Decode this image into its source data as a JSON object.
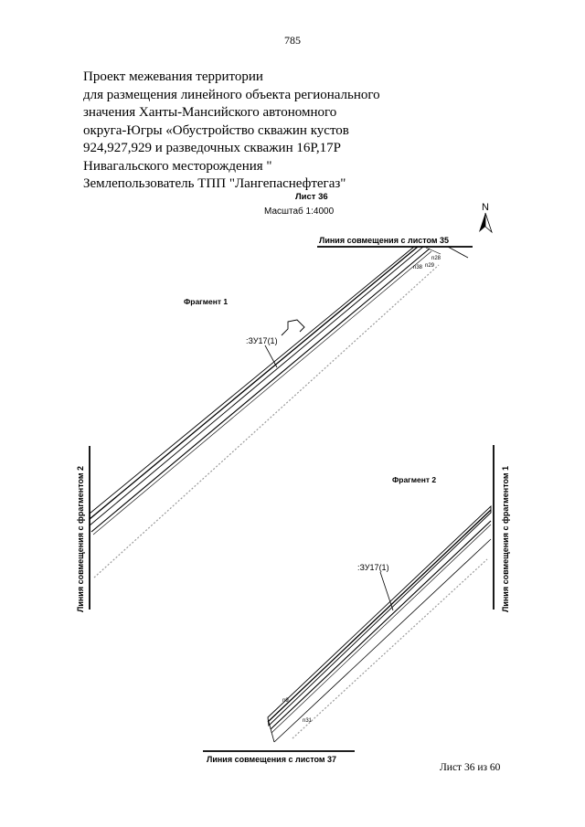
{
  "page_number": "785",
  "title_lines": [
    "Проект межевания территории",
    "для размещения линейного объекта регионального",
    "значения Ханты-Мансийского автономного",
    "округа-Югры «Обустройство скважин кустов",
    "924,927,929 и разведочных скважин 16Р,17Р",
    "Нивагальского месторождения \"",
    "Землепользователь ТПП \"Лангепаснефтегаз\""
  ],
  "sheet": {
    "title": "Лист 36",
    "scale": "Масштаб 1:4000",
    "footer": "Лист 36 из 60"
  },
  "map": {
    "north_label": "N",
    "fragment_1_label": "Фрагмент 1",
    "fragment_2_label": "Фрагмент 2",
    "parcel_label_1": ":ЗУ17(1)",
    "parcel_label_2": ":ЗУ17(1)",
    "match_line_top": "Линия совмещения с листом 35",
    "match_line_bottom": "Линия совмещения с листом 37",
    "match_line_left": "Линия совмещения с фрагментом 2",
    "match_line_right": "Линия совмещения с фрагментом 1",
    "point_labels": {
      "n28": "n28",
      "n38": "n38",
      "n29": "n29",
      "n9": "n9",
      "n31": "n31"
    }
  },
  "colors": {
    "ink": "#000000",
    "paper": "#ffffff",
    "hatch_gray": "#9a9a9a"
  }
}
